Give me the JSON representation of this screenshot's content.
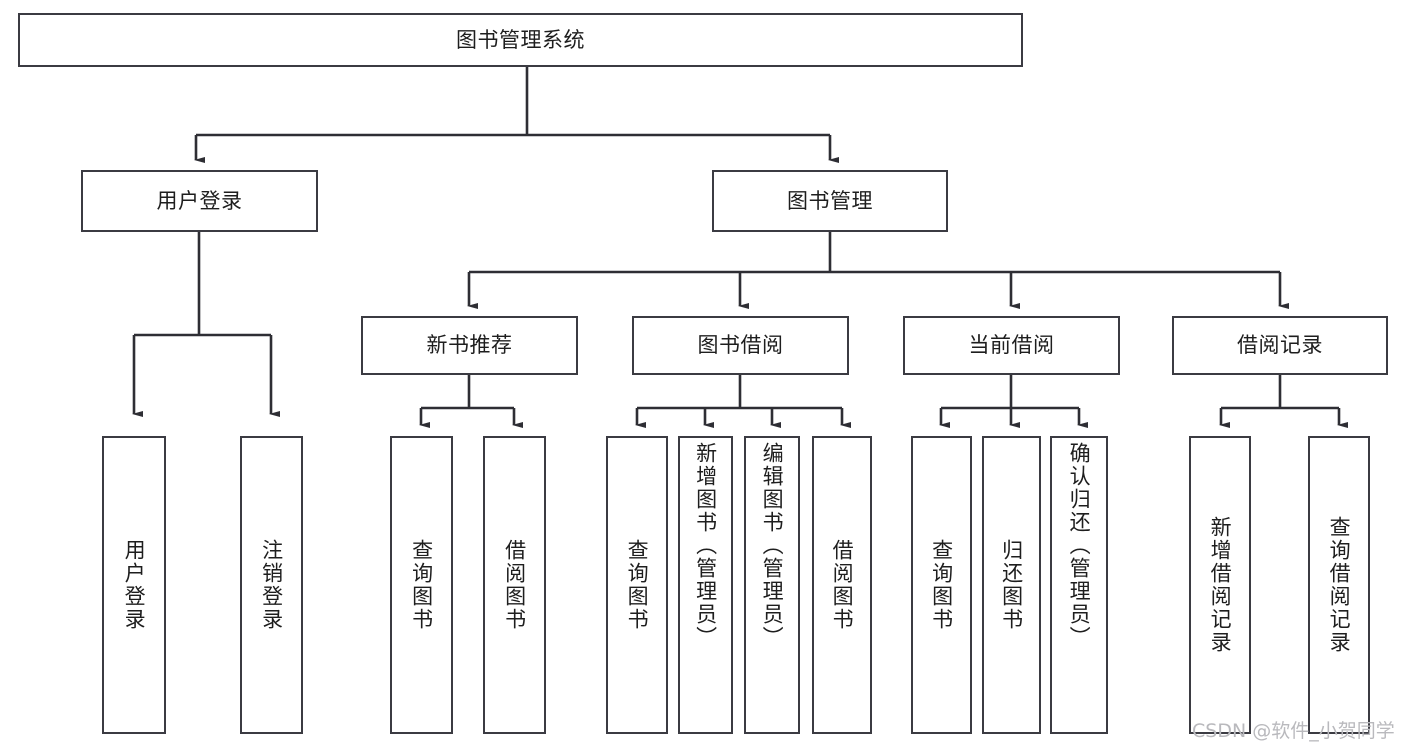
{
  "diagram": {
    "title": "图书管理系统",
    "type": "tree-hierarchy-functional-structure",
    "root": {
      "label": "图书管理系统"
    },
    "level2": [
      {
        "label": "用户登录"
      },
      {
        "label": "图书管理"
      }
    ],
    "level3": [
      {
        "label": "新书推荐"
      },
      {
        "label": "图书借阅"
      },
      {
        "label": "当前借阅"
      },
      {
        "label": "借阅记录"
      }
    ],
    "leaves": {
      "user_login": [
        {
          "label": "用户登录"
        },
        {
          "label": "注销登录"
        }
      ],
      "new_book_recommend": [
        {
          "label": "查询图书"
        },
        {
          "label": "借阅图书"
        }
      ],
      "book_borrow": [
        {
          "label": "查询图书"
        },
        {
          "label": "新增图书（管理员）"
        },
        {
          "label": "编辑图书（管理员）"
        },
        {
          "label": "借阅图书"
        }
      ],
      "current_borrow": [
        {
          "label": "查询图书"
        },
        {
          "label": "归还图书"
        },
        {
          "label": "确认归还（管理员）"
        }
      ],
      "borrow_record": [
        {
          "label": "新增借阅记录"
        },
        {
          "label": "查询借阅记录"
        }
      ]
    }
  },
  "watermark": {
    "text": "CSDN @软件_小贺同学"
  },
  "colors": {
    "border": "#3b3b42",
    "text": "#1e1e1e",
    "background": "#ffffff",
    "watermark": "#b9b9bd"
  }
}
